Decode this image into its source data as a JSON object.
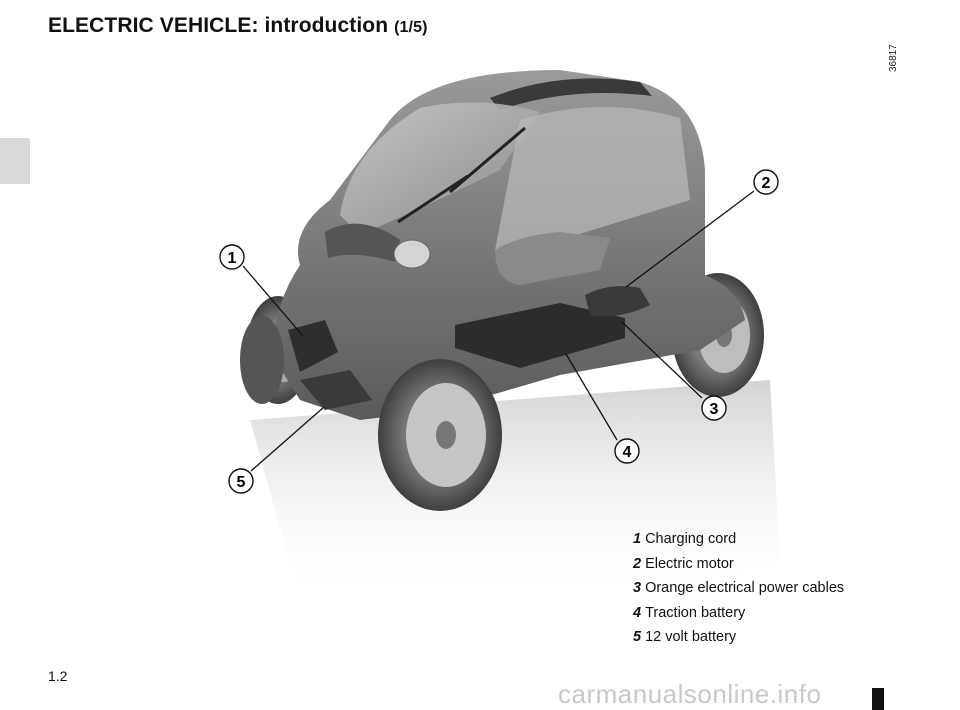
{
  "header": {
    "title": "ELECTRIC VEHICLE: introduction",
    "part": "(1/5)"
  },
  "photo_ref": "36817",
  "markers": [
    "1",
    "2",
    "3",
    "4",
    "5"
  ],
  "legend": [
    {
      "num": "1",
      "label": "Charging cord"
    },
    {
      "num": "2",
      "label": "Electric motor"
    },
    {
      "num": "3",
      "label": "Orange electrical power cables"
    },
    {
      "num": "4",
      "label": "Traction battery"
    },
    {
      "num": "5",
      "label": "12 volt battery"
    }
  ],
  "footer": {
    "page_number": "1.2",
    "watermark": "carmanualsonline.info"
  }
}
